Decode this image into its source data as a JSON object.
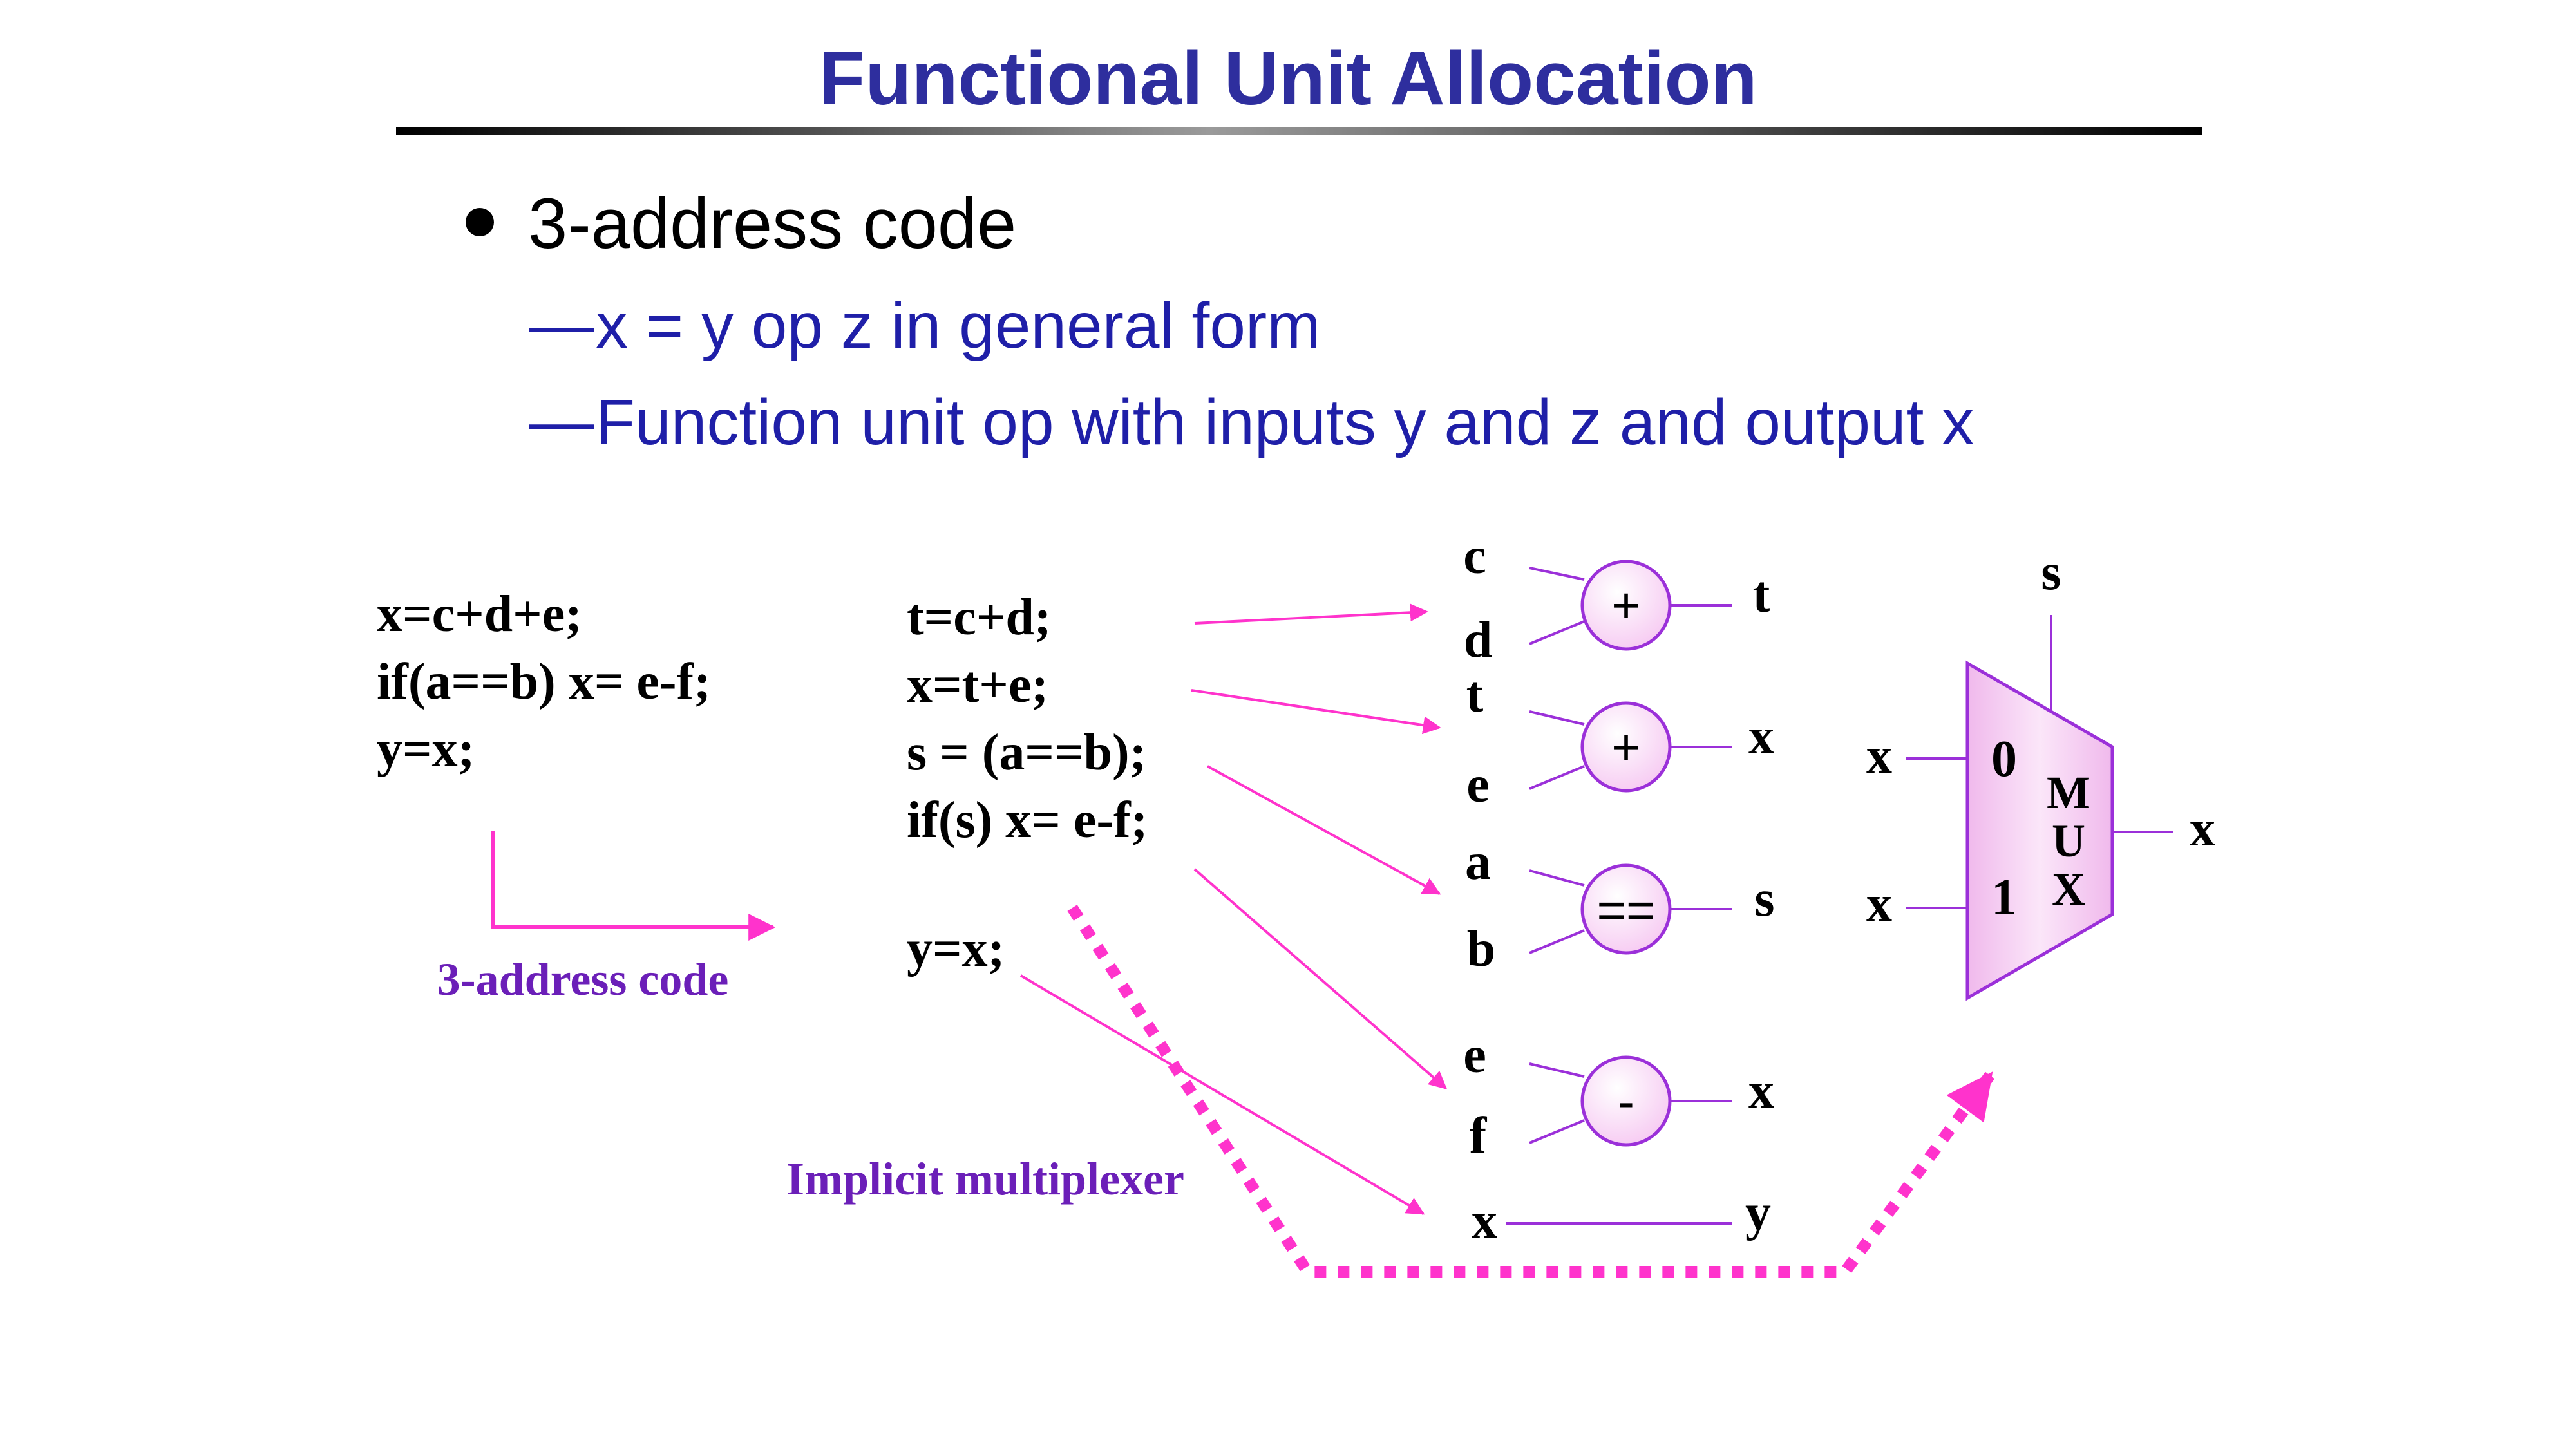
{
  "slide": {
    "title": "Functional Unit Allocation",
    "bullets": {
      "main": "3-address code",
      "dash": "—",
      "subs": [
        "x = y op z in general form",
        "Function unit op with inputs y and z and output x"
      ]
    }
  },
  "source_code": [
    "x=c+d+e;",
    "if(a==b) x= e-f;",
    "y=x;"
  ],
  "arrow_caption": "3-address code",
  "three_address_code": [
    "t=c+d;",
    "x=t+e;",
    "s = (a==b);",
    "if(s) x= e-f;",
    "y=x;"
  ],
  "units": [
    {
      "op": "+",
      "in1": "c",
      "in2": "d",
      "out": "t"
    },
    {
      "op": "+",
      "in1": "t",
      "in2": "e",
      "out": "x"
    },
    {
      "op": "==",
      "in1": "a",
      "in2": "b",
      "out": "s"
    },
    {
      "op": "-",
      "in1": "e",
      "in2": "f",
      "out": "x"
    }
  ],
  "wire": {
    "in": "x",
    "out": "y"
  },
  "mux": {
    "select": "s",
    "in0_label": "x",
    "in1_label": "x",
    "port0": "0",
    "port1": "1",
    "name_letters": [
      "M",
      "U",
      "X"
    ],
    "out": "x"
  },
  "implicit_caption": "Implicit multiplexer",
  "colors": {
    "title": "#2E2E9E",
    "sub_bullet": "#1F1FA8",
    "arrow": "#FF33CC",
    "caption": "#6B1FB8",
    "unit_stroke": "#9B30D9",
    "unit_fill": "#FBE3FA",
    "mux_fill": "#F3C8F0"
  }
}
